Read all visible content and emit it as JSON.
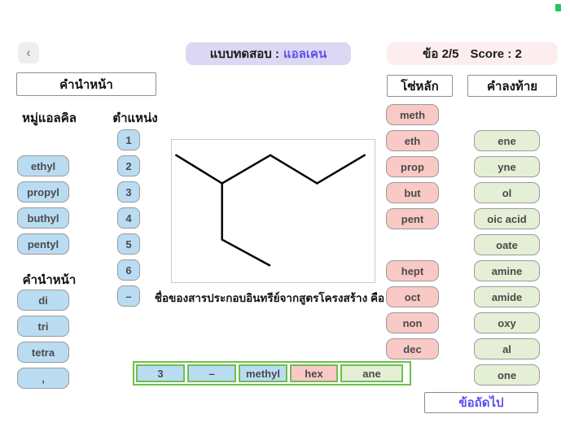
{
  "header": {
    "back": "‹",
    "quiz_label": "แบบทดสอบ :",
    "quiz_type": "แอลเคน",
    "question_progress": "ข้อ 2/5",
    "score": "Score : 2"
  },
  "sections": {
    "prefix_title": "คำนำหน้า",
    "alkyl_group_title": "หมู่แอลคิล",
    "position_title": "ตำแหน่ง",
    "prefix_small_title": "คำนำหน้า",
    "main_chain_title": "โซ่หลัก",
    "suffix_title": "คำลงท้าย"
  },
  "buttons": {
    "alkyl": [
      "ethyl",
      "propyl",
      "buthyl",
      "pentyl"
    ],
    "positions": [
      "1",
      "2",
      "3",
      "4",
      "5",
      "6",
      "–"
    ],
    "prefix": [
      "di",
      "tri",
      "tetra",
      ","
    ],
    "main_chain_top": [
      "meth",
      "eth",
      "prop",
      "but",
      "pent"
    ],
    "main_chain_bottom": [
      "hept",
      "oct",
      "non",
      "dec"
    ],
    "suffix": [
      "ene",
      "yne",
      "ol",
      "oic acid",
      "oate",
      "amine",
      "amide",
      "oxy",
      "al",
      "one"
    ]
  },
  "question": {
    "caption": "ชื่อของสารประกอบอินทรีย์จากสูตรโครงสร้าง คือ",
    "structure": {
      "description": "3-methylhexane skeletal formula",
      "segments": [
        [
          5,
          19,
          62,
          54
        ],
        [
          62,
          54,
          122,
          19
        ],
        [
          122,
          19,
          180,
          54
        ],
        [
          180,
          54,
          239,
          19
        ],
        [
          62,
          54,
          62,
          124
        ],
        [
          62,
          124,
          121,
          156
        ]
      ]
    }
  },
  "answer": {
    "slots": [
      {
        "label": "3",
        "color": "blue"
      },
      {
        "label": "–",
        "color": "blue"
      },
      {
        "label": "methyl",
        "color": "blue"
      },
      {
        "label": "hex",
        "color": "pink"
      },
      {
        "label": "ane",
        "color": "green"
      }
    ]
  },
  "next_button": "ข้อถัดไป",
  "colors": {
    "accent-purple": "#5b50ee",
    "title-pill-bg": "#dcd8f4",
    "score-pill-bg": "#fdedef",
    "chip-blue": "#badcf2",
    "chip-pink": "#f9c9c5",
    "chip-green": "#e5efd5",
    "answer-border-green": "#6cc04a",
    "chip-border": "#9b9b9b",
    "chip-text": "#4a4a4a"
  }
}
